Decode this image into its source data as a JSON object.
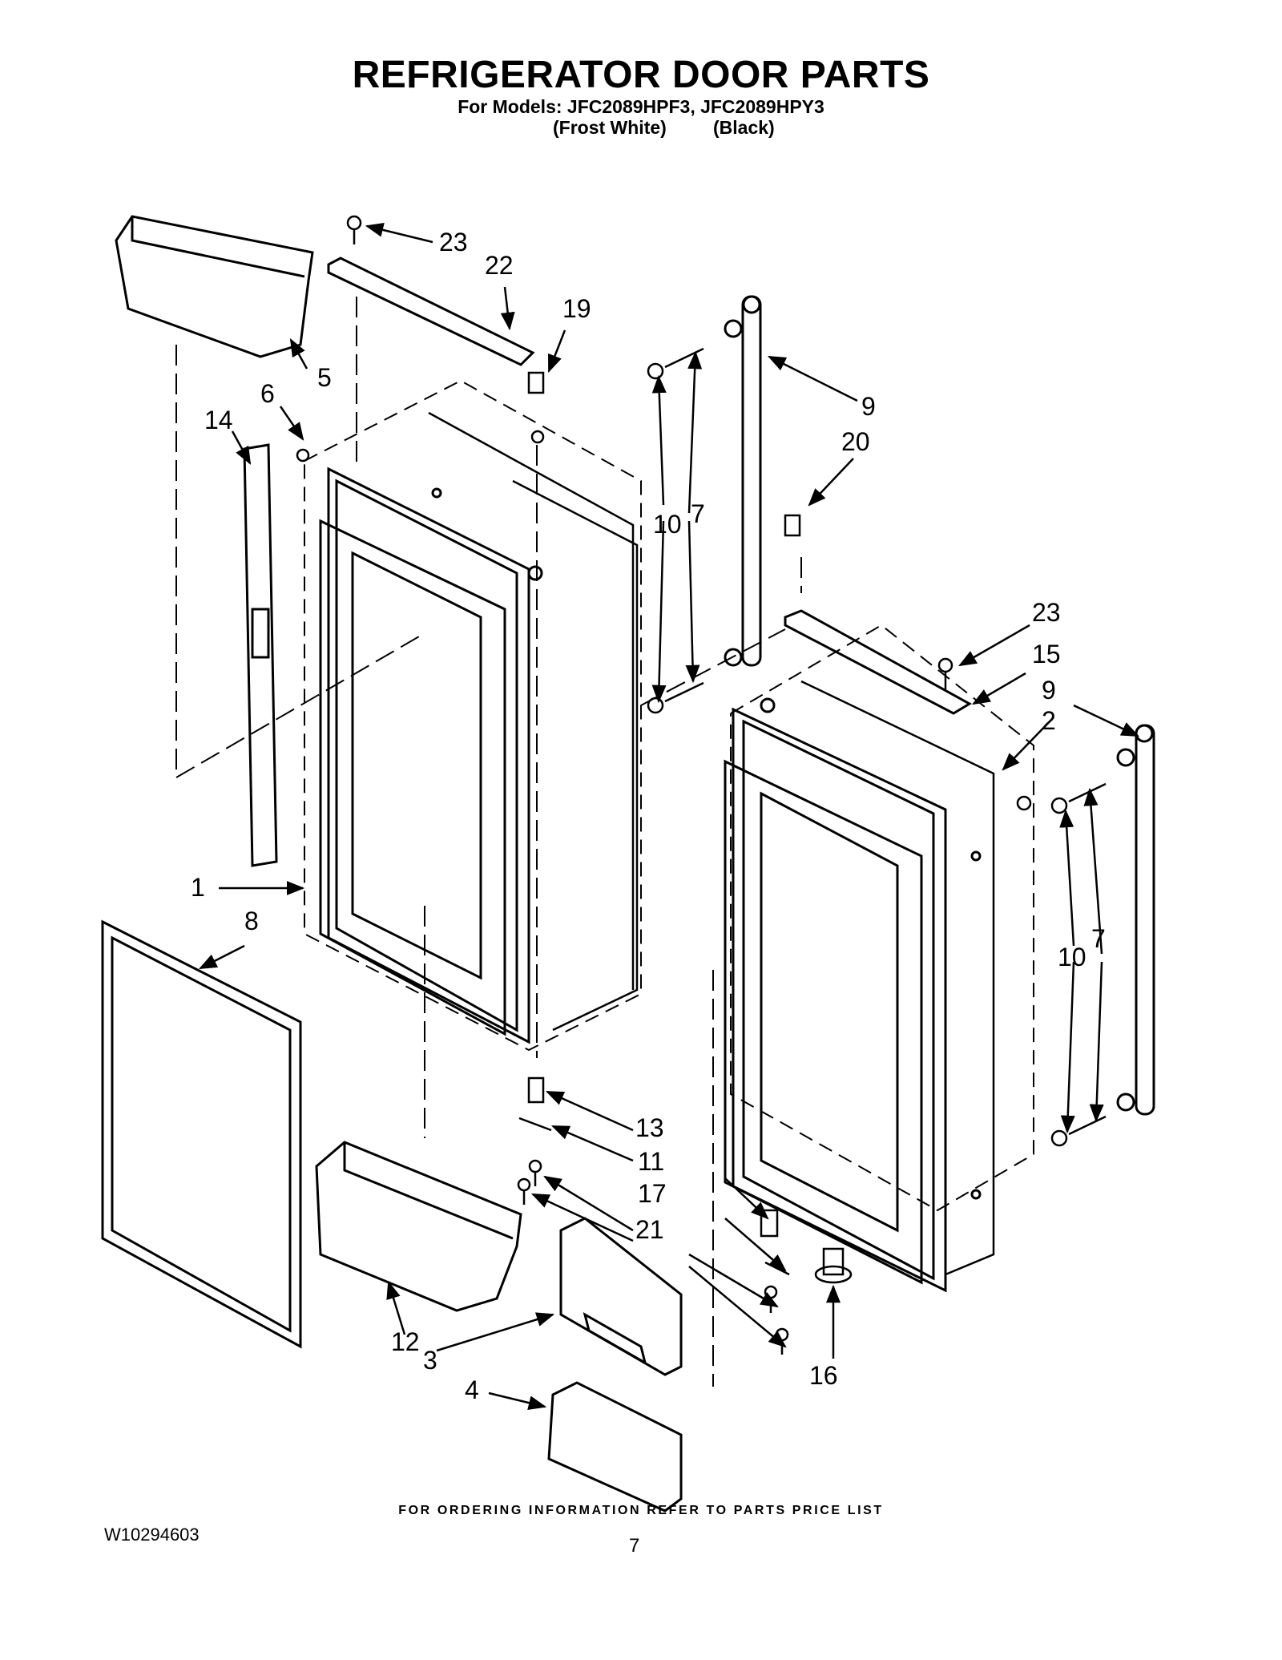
{
  "header": {
    "title": "REFRIGERATOR DOOR PARTS",
    "models": "For Models: JFC2089HPF3, JFC2089HPY3",
    "color_1": "(Frost White)",
    "color_2": "(Black)"
  },
  "callouts": {
    "c1": "1",
    "c2": "2",
    "c3": "3",
    "c4": "4",
    "c5": "5",
    "c6": "6",
    "c7a": "7",
    "c7b": "7",
    "c8": "8",
    "c9a": "9",
    "c9b": "9",
    "c10a": "10",
    "c10b": "10",
    "c11": "11",
    "c12": "12",
    "c13": "13",
    "c14": "14",
    "c15": "15",
    "c16": "16",
    "c17": "17",
    "c19": "19",
    "c20": "20",
    "c21": "21",
    "c22": "22",
    "c23a": "23",
    "c23b": "23"
  },
  "footer": {
    "ordering_note": "FOR ORDERING INFORMATION REFER TO PARTS PRICE LIST",
    "document_number": "W10294603",
    "page_number": "7"
  }
}
